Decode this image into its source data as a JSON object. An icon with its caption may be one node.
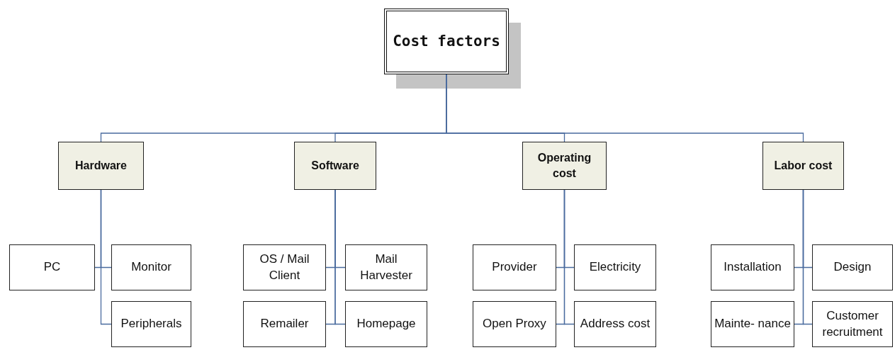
{
  "diagram": {
    "nodes": [
      {
        "text": [
          "Cost factors"
        ]
      },
      {
        "text": [
          "Hardware"
        ]
      },
      {
        "text": [
          "PC"
        ]
      },
      {
        "text": [
          "Monitor"
        ]
      },
      {
        "text": [
          "Peripherals"
        ]
      },
      {
        "text": [
          "Software"
        ]
      },
      {
        "text": [
          "OS / Mail Client"
        ]
      },
      {
        "text": [
          "Mail Harvester"
        ]
      },
      {
        "text": [
          "Remailer"
        ]
      },
      {
        "text": [
          "Homepage"
        ]
      },
      {
        "text": [
          "Operating cost"
        ]
      },
      {
        "text": [
          "Provider"
        ]
      },
      {
        "text": [
          "Electricity"
        ]
      },
      {
        "text": [
          "Open Proxy"
        ]
      },
      {
        "text": [
          "Address cost"
        ]
      },
      {
        "text": [
          "Labor cost"
        ]
      },
      {
        "text": [
          "Installation"
        ]
      },
      {
        "text": [
          "Design"
        ]
      },
      {
        "text": [
          "Mainte- nance"
        ]
      },
      {
        "text": [
          "Customer recruitment"
        ]
      }
    ],
    "edges": [
      {
        "from": 0,
        "to": 1,
        "arrow": "none"
      },
      {
        "from": 0,
        "to": 5,
        "arrow": "none"
      },
      {
        "from": 0,
        "to": 10,
        "arrow": "none"
      },
      {
        "from": 0,
        "to": 15,
        "arrow": "none"
      },
      {
        "from": 1,
        "to": 2,
        "arrow": "none"
      },
      {
        "from": 1,
        "to": 3,
        "arrow": "none"
      },
      {
        "from": 1,
        "to": 4,
        "arrow": "none"
      },
      {
        "from": 5,
        "to": 6,
        "arrow": "none"
      },
      {
        "from": 5,
        "to": 7,
        "arrow": "none"
      },
      {
        "from": 5,
        "to": 8,
        "arrow": "none"
      },
      {
        "from": 5,
        "to": 9,
        "arrow": "none"
      },
      {
        "from": 10,
        "to": 11,
        "arrow": "none"
      },
      {
        "from": 10,
        "to": 12,
        "arrow": "none"
      },
      {
        "from": 10,
        "to": 13,
        "arrow": "none"
      },
      {
        "from": 10,
        "to": 14,
        "arrow": "none"
      },
      {
        "from": 15,
        "to": 16,
        "arrow": "none"
      },
      {
        "from": 15,
        "to": 17,
        "arrow": "none"
      },
      {
        "from": 15,
        "to": 18,
        "arrow": "none"
      },
      {
        "from": 15,
        "to": 19,
        "arrow": "none"
      }
    ]
  }
}
